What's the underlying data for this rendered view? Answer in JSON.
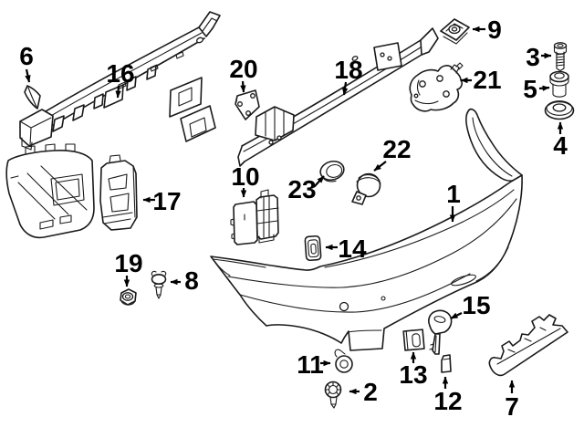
{
  "diagram": {
    "kind": "exploded-parts-diagram",
    "background_color": "#ffffff",
    "line_color": "#1a1a1a",
    "label_color": "#000000",
    "callouts": {
      "c1": {
        "label": "1"
      },
      "c2": {
        "label": "2"
      },
      "c3": {
        "label": "3"
      },
      "c4": {
        "label": "4"
      },
      "c5": {
        "label": "5"
      },
      "c6": {
        "label": "6"
      },
      "c7": {
        "label": "7"
      },
      "c8": {
        "label": "8"
      },
      "c9": {
        "label": "9"
      },
      "c10": {
        "label": "10"
      },
      "c11": {
        "label": "11"
      },
      "c12": {
        "label": "12"
      },
      "c13": {
        "label": "13"
      },
      "c14": {
        "label": "14"
      },
      "c15": {
        "label": "15"
      },
      "c16": {
        "label": "16"
      },
      "c17": {
        "label": "17"
      },
      "c18": {
        "label": "18"
      },
      "c19": {
        "label": "19"
      },
      "c20": {
        "label": "20"
      },
      "c21": {
        "label": "21"
      },
      "c22": {
        "label": "22"
      },
      "c23": {
        "label": "23"
      }
    }
  }
}
